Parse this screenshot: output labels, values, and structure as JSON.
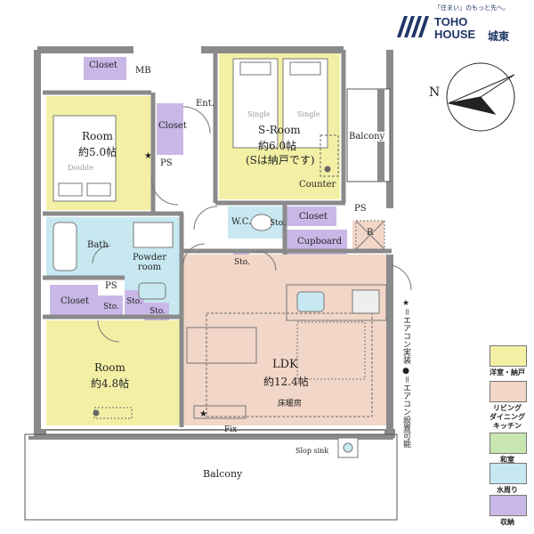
{
  "brand": {
    "tagline": "「住まい」のもっと先へ。",
    "name_line1": "TOHO",
    "name_line2": "HOUSE",
    "city": "城東"
  },
  "compass": {
    "label": "N"
  },
  "rooms": {
    "closet_top": "Closet",
    "mb": "MB",
    "room_5": {
      "name": "Room",
      "size": "約5.0帖",
      "bed": "Double"
    },
    "closet_mid": "Closet",
    "ps_top": "PS",
    "ent": "Ent.",
    "sroom": {
      "name": "S-Room",
      "size": "約6.0帖",
      "note": "(Sは納戸です)",
      "bed1": "Single",
      "bed2": "Single"
    },
    "counter": "Counter",
    "balcony_right": "Balcony",
    "ps_right": "PS",
    "wc": "W.C.",
    "sto_wc": "Sto.",
    "closet_kitchen": "Closet",
    "cupboard": "Cupboard",
    "r_label": "R",
    "bath": "Bath",
    "powder": "Powder room",
    "sto_hall": "Sto.",
    "ps_mid": "PS",
    "closet_bottom": "Closet",
    "sto_room": "Sto.",
    "sto_powder1": "Sto.",
    "sto_powder2": "Sto.",
    "room_48": {
      "name": "Room",
      "size": "約4.8帖"
    },
    "ldk": {
      "name": "LDK",
      "size": "約12.4帖",
      "floor_heating": "床暖房"
    },
    "fix": "Fix",
    "slop_sink": "Slop sink",
    "balcony_bottom": "Balcony"
  },
  "note_vertical": "★＝エアコン実装 ●＝エアコン設置可能",
  "legend": [
    {
      "label": "洋室・納戸",
      "color": "#f3f0a6"
    },
    {
      "label": "リビング\nダイニング\nキッチン",
      "color": "#f2d6c7"
    },
    {
      "label": "和室",
      "color": "#c8e6b0"
    },
    {
      "label": "水周り",
      "color": "#c7e8f1"
    },
    {
      "label": "収納",
      "color": "#c9b8e7"
    }
  ],
  "colors": {
    "yellow": "#f3f0a6",
    "peach": "#f2d6c7",
    "blue": "#c7e8f1",
    "purple": "#c9b8e7",
    "wall": "#8a8a8a",
    "brand": "#1f3767"
  }
}
